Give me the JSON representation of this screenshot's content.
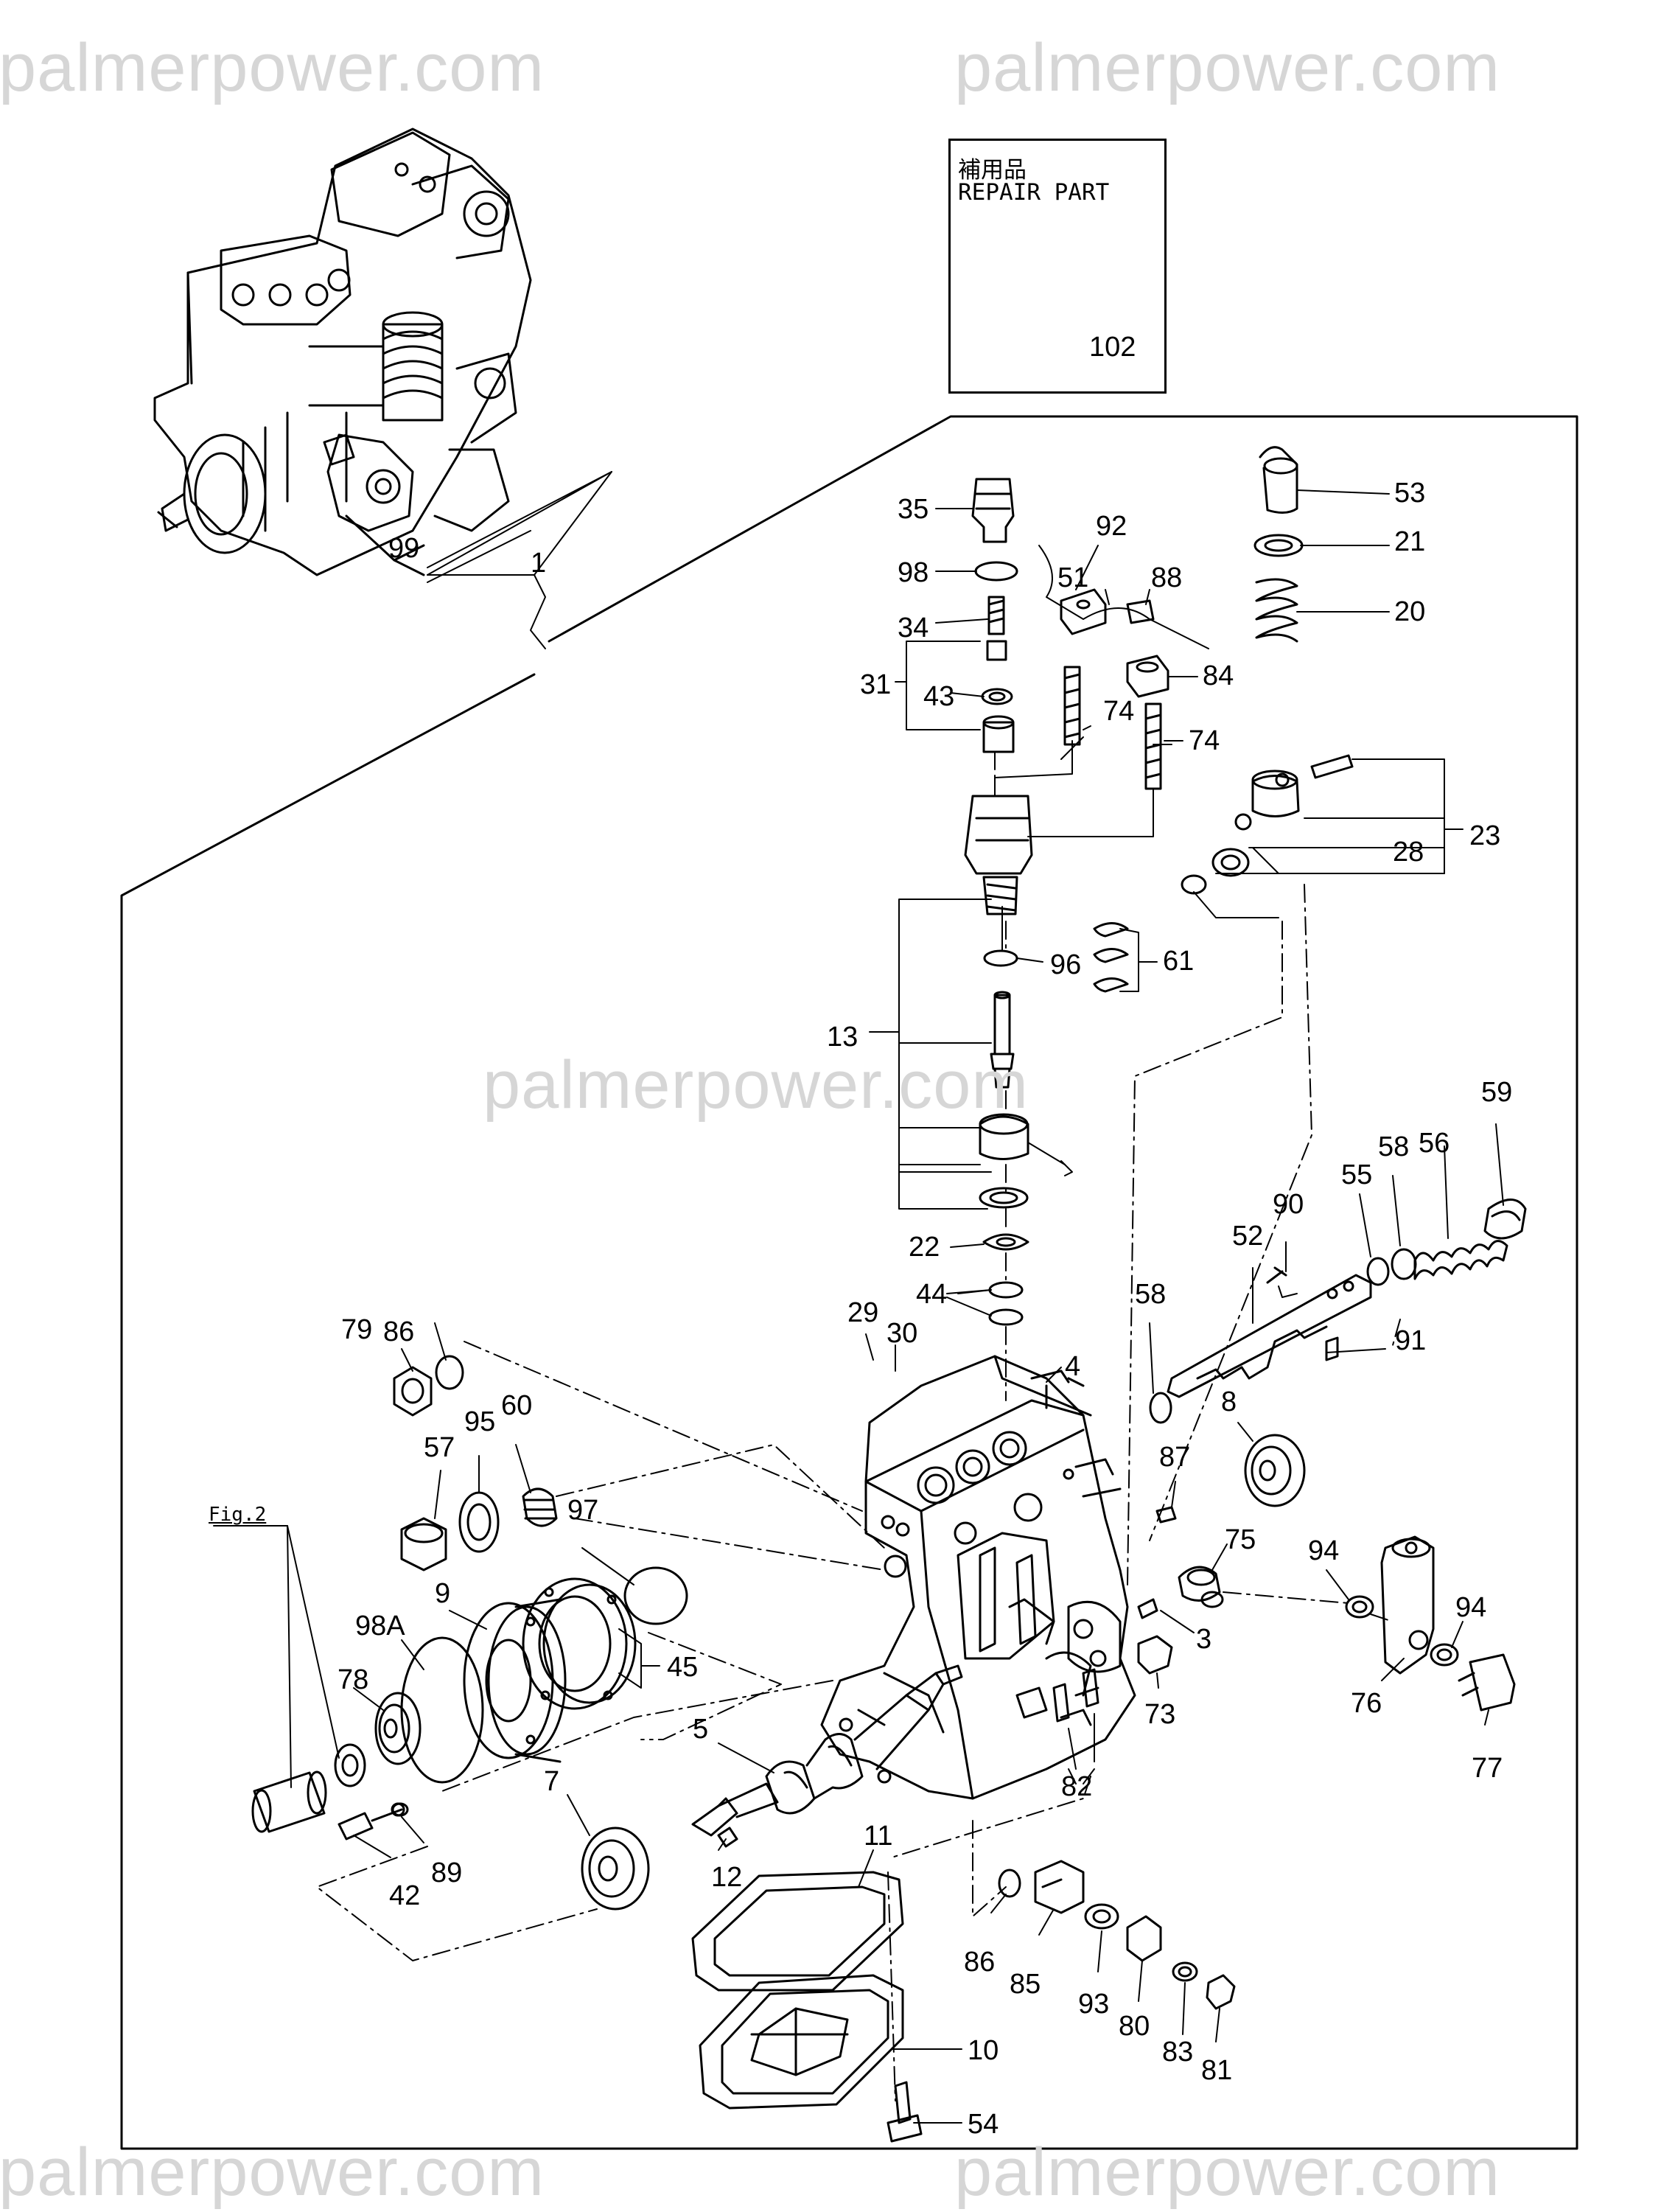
{
  "watermark": {
    "text_top_left": "palmerpower.com",
    "text_top_right": "palmerpower.com",
    "text_center": "palmerpower.com",
    "text_bottom_left": "palmerpower.com",
    "text_bottom_right": "palmerpower.com"
  },
  "repair_part": {
    "label_jp": "補用品",
    "label_en": "REPAIR PART",
    "part_number": "102"
  },
  "figure_ref": "Fig.2",
  "part_labels": {
    "p1": "1",
    "p99": "99",
    "p35": "35",
    "p98": "98",
    "p34": "34",
    "p31": "31",
    "p43": "43",
    "p92": "92",
    "p51": "51",
    "p88": "88",
    "p84": "84",
    "p74a": "74",
    "p74b": "74",
    "p53": "53",
    "p21": "21",
    "p20": "20",
    "p23": "23",
    "p28": "28",
    "p96": "96",
    "p61": "61",
    "p13": "13",
    "p22": "22",
    "p44": "44",
    "p59": "59",
    "p58a": "58",
    "p56": "56",
    "p55": "55",
    "p90": "90",
    "p52": "52",
    "p91": "91",
    "p58b": "58",
    "p29": "29",
    "p30": "30",
    "p4": "4",
    "p86a": "86",
    "p79": "79",
    "p95": "95",
    "p60": "60",
    "p57": "57",
    "p8": "8",
    "p87": "87",
    "p75": "75",
    "p94a": "94",
    "p94b": "94",
    "p97": "97",
    "p3": "3",
    "p73": "73",
    "p76": "76",
    "p77": "77",
    "p9": "9",
    "p98A": "98A",
    "p45": "45",
    "p78": "78",
    "p5": "5",
    "p82": "82",
    "p7": "7",
    "p42": "42",
    "p89": "89",
    "p12": "12",
    "p11": "11",
    "p86b": "86",
    "p85": "85",
    "p93": "93",
    "p80": "80",
    "p83": "83",
    "p81": "81",
    "p10": "10",
    "p54": "54"
  }
}
